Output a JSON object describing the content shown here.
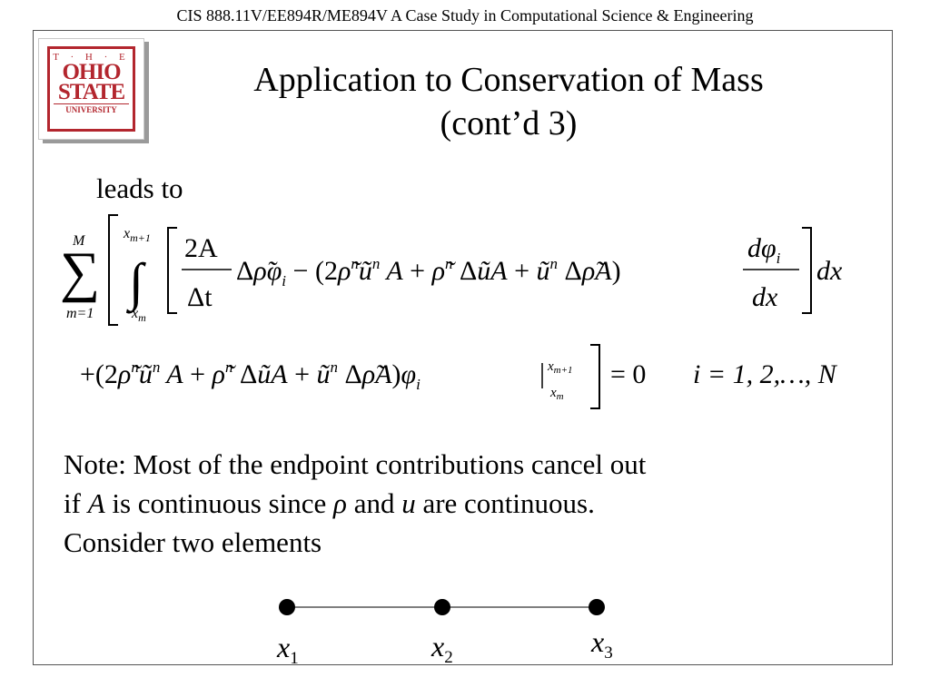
{
  "header": {
    "text": "CIS 888.11V/EE894R/ME894V A Case Study in Computational Science & Engineering"
  },
  "logo": {
    "the": "T · H · E",
    "ohio": "OHIO",
    "state": "STATE",
    "university": "UNIVERSITY"
  },
  "slide": {
    "title_line1": "Application to Conservation of Mass",
    "title_line2": "(cont’d 3)",
    "leads_to": "leads to"
  },
  "equation": {
    "sum_upper": "M",
    "sum_lower": "m=1",
    "int_upper": "x",
    "int_upper_sub": "m+1",
    "int_lower": "x",
    "int_lower_sub": "m",
    "frac1_num": "2A",
    "frac1_den": "Δt",
    "frac2_num": "dφ",
    "frac2_num_sub": "i",
    "frac2_den": "dx",
    "dx": "dx",
    "equals": "= 0",
    "index_range": "i = 1, 2,…, N"
  },
  "note": {
    "line1": "Note: Most of the endpoint contributions cancel out",
    "line2_a": "if ",
    "line2_A": "A",
    "line2_b": " is continuous since ",
    "line2_rho": "ρ",
    "line2_c": " and ",
    "line2_u": "u",
    "line2_d": " are continuous.",
    "line3": "Consider two elements"
  },
  "elements": {
    "nodes": [
      {
        "label": "x",
        "sub": "1"
      },
      {
        "label": "x",
        "sub": "2"
      },
      {
        "label": "x",
        "sub": "3"
      }
    ]
  }
}
